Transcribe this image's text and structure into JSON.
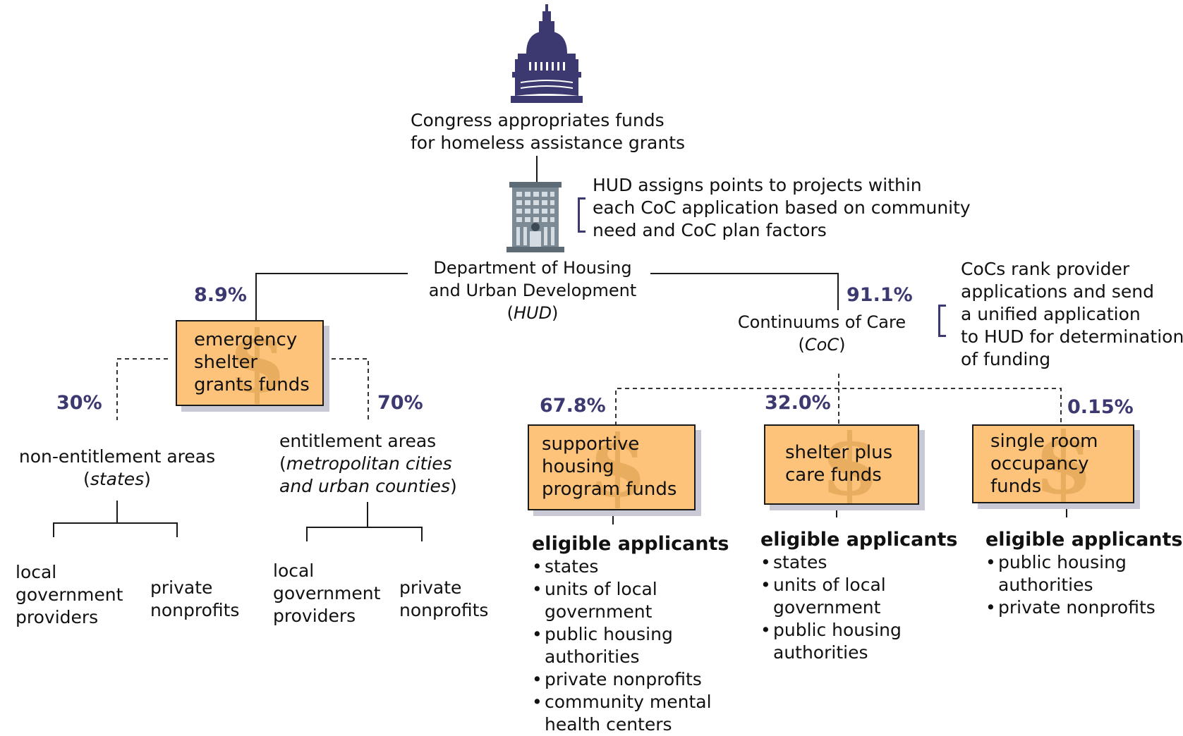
{
  "congress": {
    "text": [
      "Congress appropriates funds",
      "for homeless assistance grants"
    ]
  },
  "hud_note": {
    "text": [
      "HUD assigns points to projects within",
      "each CoC application based on community",
      "need and CoC plan factors"
    ]
  },
  "hud": {
    "line1": "Department of Housing",
    "line2": "and Urban Development",
    "abbr": "HUD"
  },
  "coc": {
    "line1": "Continuums of Care",
    "abbr": "CoC"
  },
  "coc_note": {
    "text": [
      "CoCs rank provider",
      "applications and send",
      "a unified application",
      "to HUD for determination",
      "of funding"
    ]
  },
  "percentages": {
    "esg": "8.9%",
    "coc": "91.1%",
    "non_entitlement": "30%",
    "entitlement": "70%",
    "shp": "67.8%",
    "spc": "32.0%",
    "sro": "0.15%"
  },
  "boxes": {
    "esg": [
      "emergency",
      "shelter",
      "grants funds"
    ],
    "shp": [
      "supportive",
      "housing",
      "program funds"
    ],
    "spc": [
      "shelter plus",
      "care funds"
    ],
    "sro": [
      "single room",
      "occupancy",
      "funds"
    ]
  },
  "dollar_symbol": "$",
  "non_entitlement": {
    "line1": "non-entitlement areas",
    "italic": "states"
  },
  "entitlement": {
    "line1": "entitlement areas",
    "italic1": "metropolitan cities",
    "italic2": "and urban counties"
  },
  "leaves": {
    "local_gov": [
      "local",
      "government",
      "providers"
    ],
    "private": [
      "private",
      "nonprofits"
    ]
  },
  "eligible": {
    "heading": "eligible applicants",
    "shp": [
      [
        "states"
      ],
      [
        "units of local",
        "government"
      ],
      [
        "public housing",
        "authorities"
      ],
      [
        "private nonprofits"
      ],
      [
        "community mental",
        "health centers"
      ]
    ],
    "spc": [
      [
        "states"
      ],
      [
        "units of local",
        "government"
      ],
      [
        "public housing",
        "authorities"
      ]
    ],
    "sro": [
      [
        "public housing",
        "authorities"
      ],
      [
        "private nonprofits"
      ]
    ]
  },
  "colors": {
    "accent": "#3b3970",
    "box_fill": "#fdc37a",
    "box_shadow": "#c9c9d6"
  },
  "icons": [
    "capitol-dome-icon",
    "office-building-icon",
    "dollar-sign-icon"
  ]
}
